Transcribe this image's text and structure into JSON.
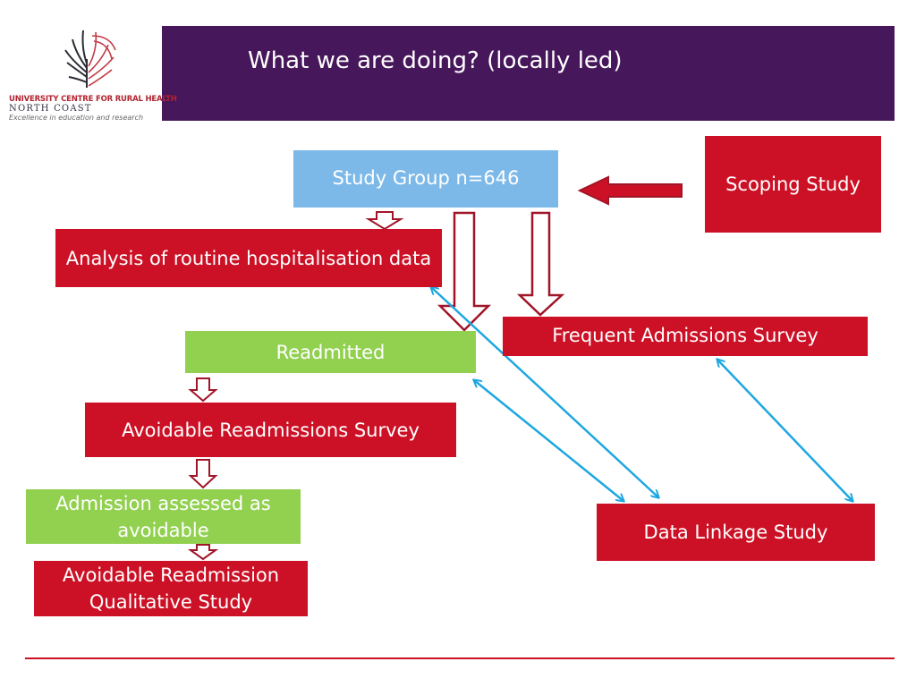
{
  "header": {
    "title": "What we are doing? (locally led)"
  },
  "logo": {
    "line1": "UNIVERSITY CENTRE FOR RURAL HEALTH",
    "line2": "NORTH COAST",
    "line3": "Excellence in education and research"
  },
  "boxes": {
    "study_group": "Study Group n=646",
    "scoping_study": "Scoping Study",
    "analysis": "Analysis of routine hospitalisation data",
    "frequent_admissions": "Frequent Admissions Survey",
    "readmitted": "Readmitted",
    "avoidable_survey": "Avoidable Readmissions Survey",
    "assessed_avoidable": "Admission assessed as avoidable",
    "qualitative_study": "Avoidable Readmission Qualitative Study",
    "data_linkage": "Data Linkage Study"
  },
  "colors": {
    "header": "#46175a",
    "box_red": "#cc1126",
    "box_green": "#92d050",
    "box_blue": "#7db9e8",
    "arrow_outline": "#a01628",
    "link_arrow": "#1ea7e1"
  }
}
